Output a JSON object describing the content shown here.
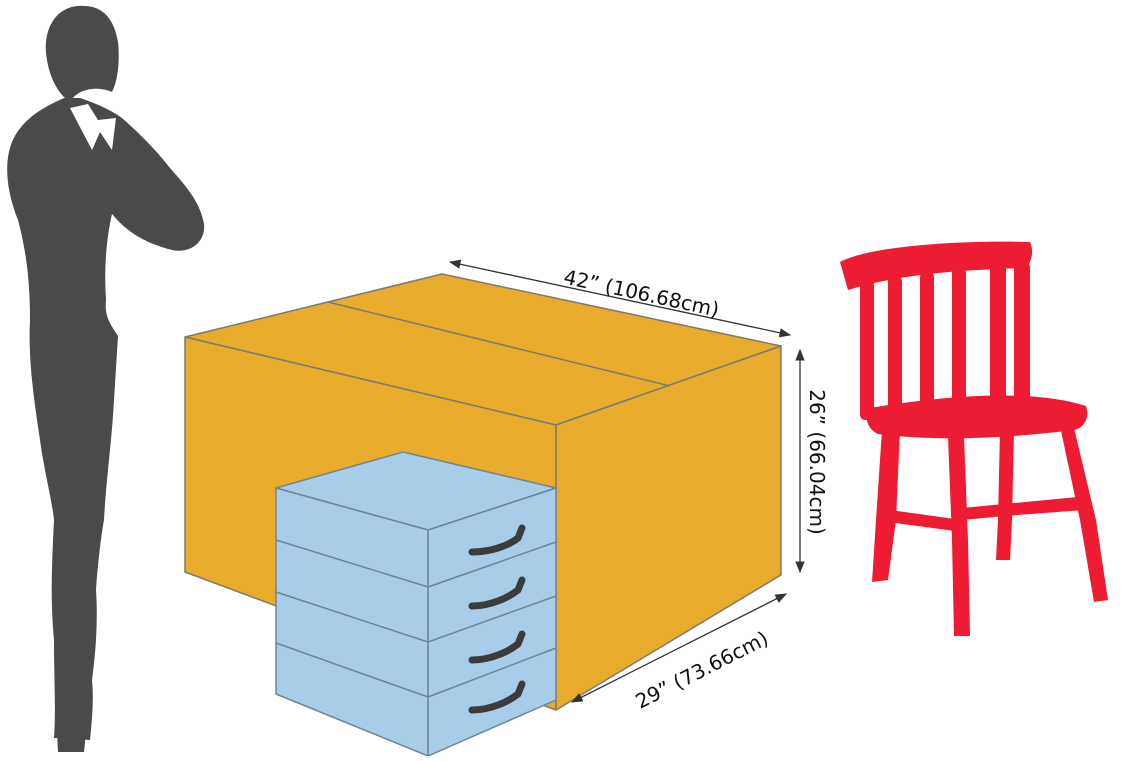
{
  "dimensions": {
    "width_label": "42” (106.68cm)",
    "height_label": "26” (66.04cm)",
    "depth_label": "29” (73.66cm)"
  },
  "figures": {
    "person": "person-silhouette",
    "chair": "chair-silhouette",
    "box": "storage-box",
    "drawers": "drawer-unit"
  },
  "drawers": {
    "count": 4
  },
  "colors": {
    "person": "#4a4a4c",
    "box_face": "#e8ab2c",
    "box_edge": "#7d7a70",
    "drawer_fill": "#a8cde9",
    "drawer_edge": "#6f8597",
    "handle": "#3c3c3c",
    "chair": "#ee1c32",
    "dimension_line": "#333333"
  }
}
